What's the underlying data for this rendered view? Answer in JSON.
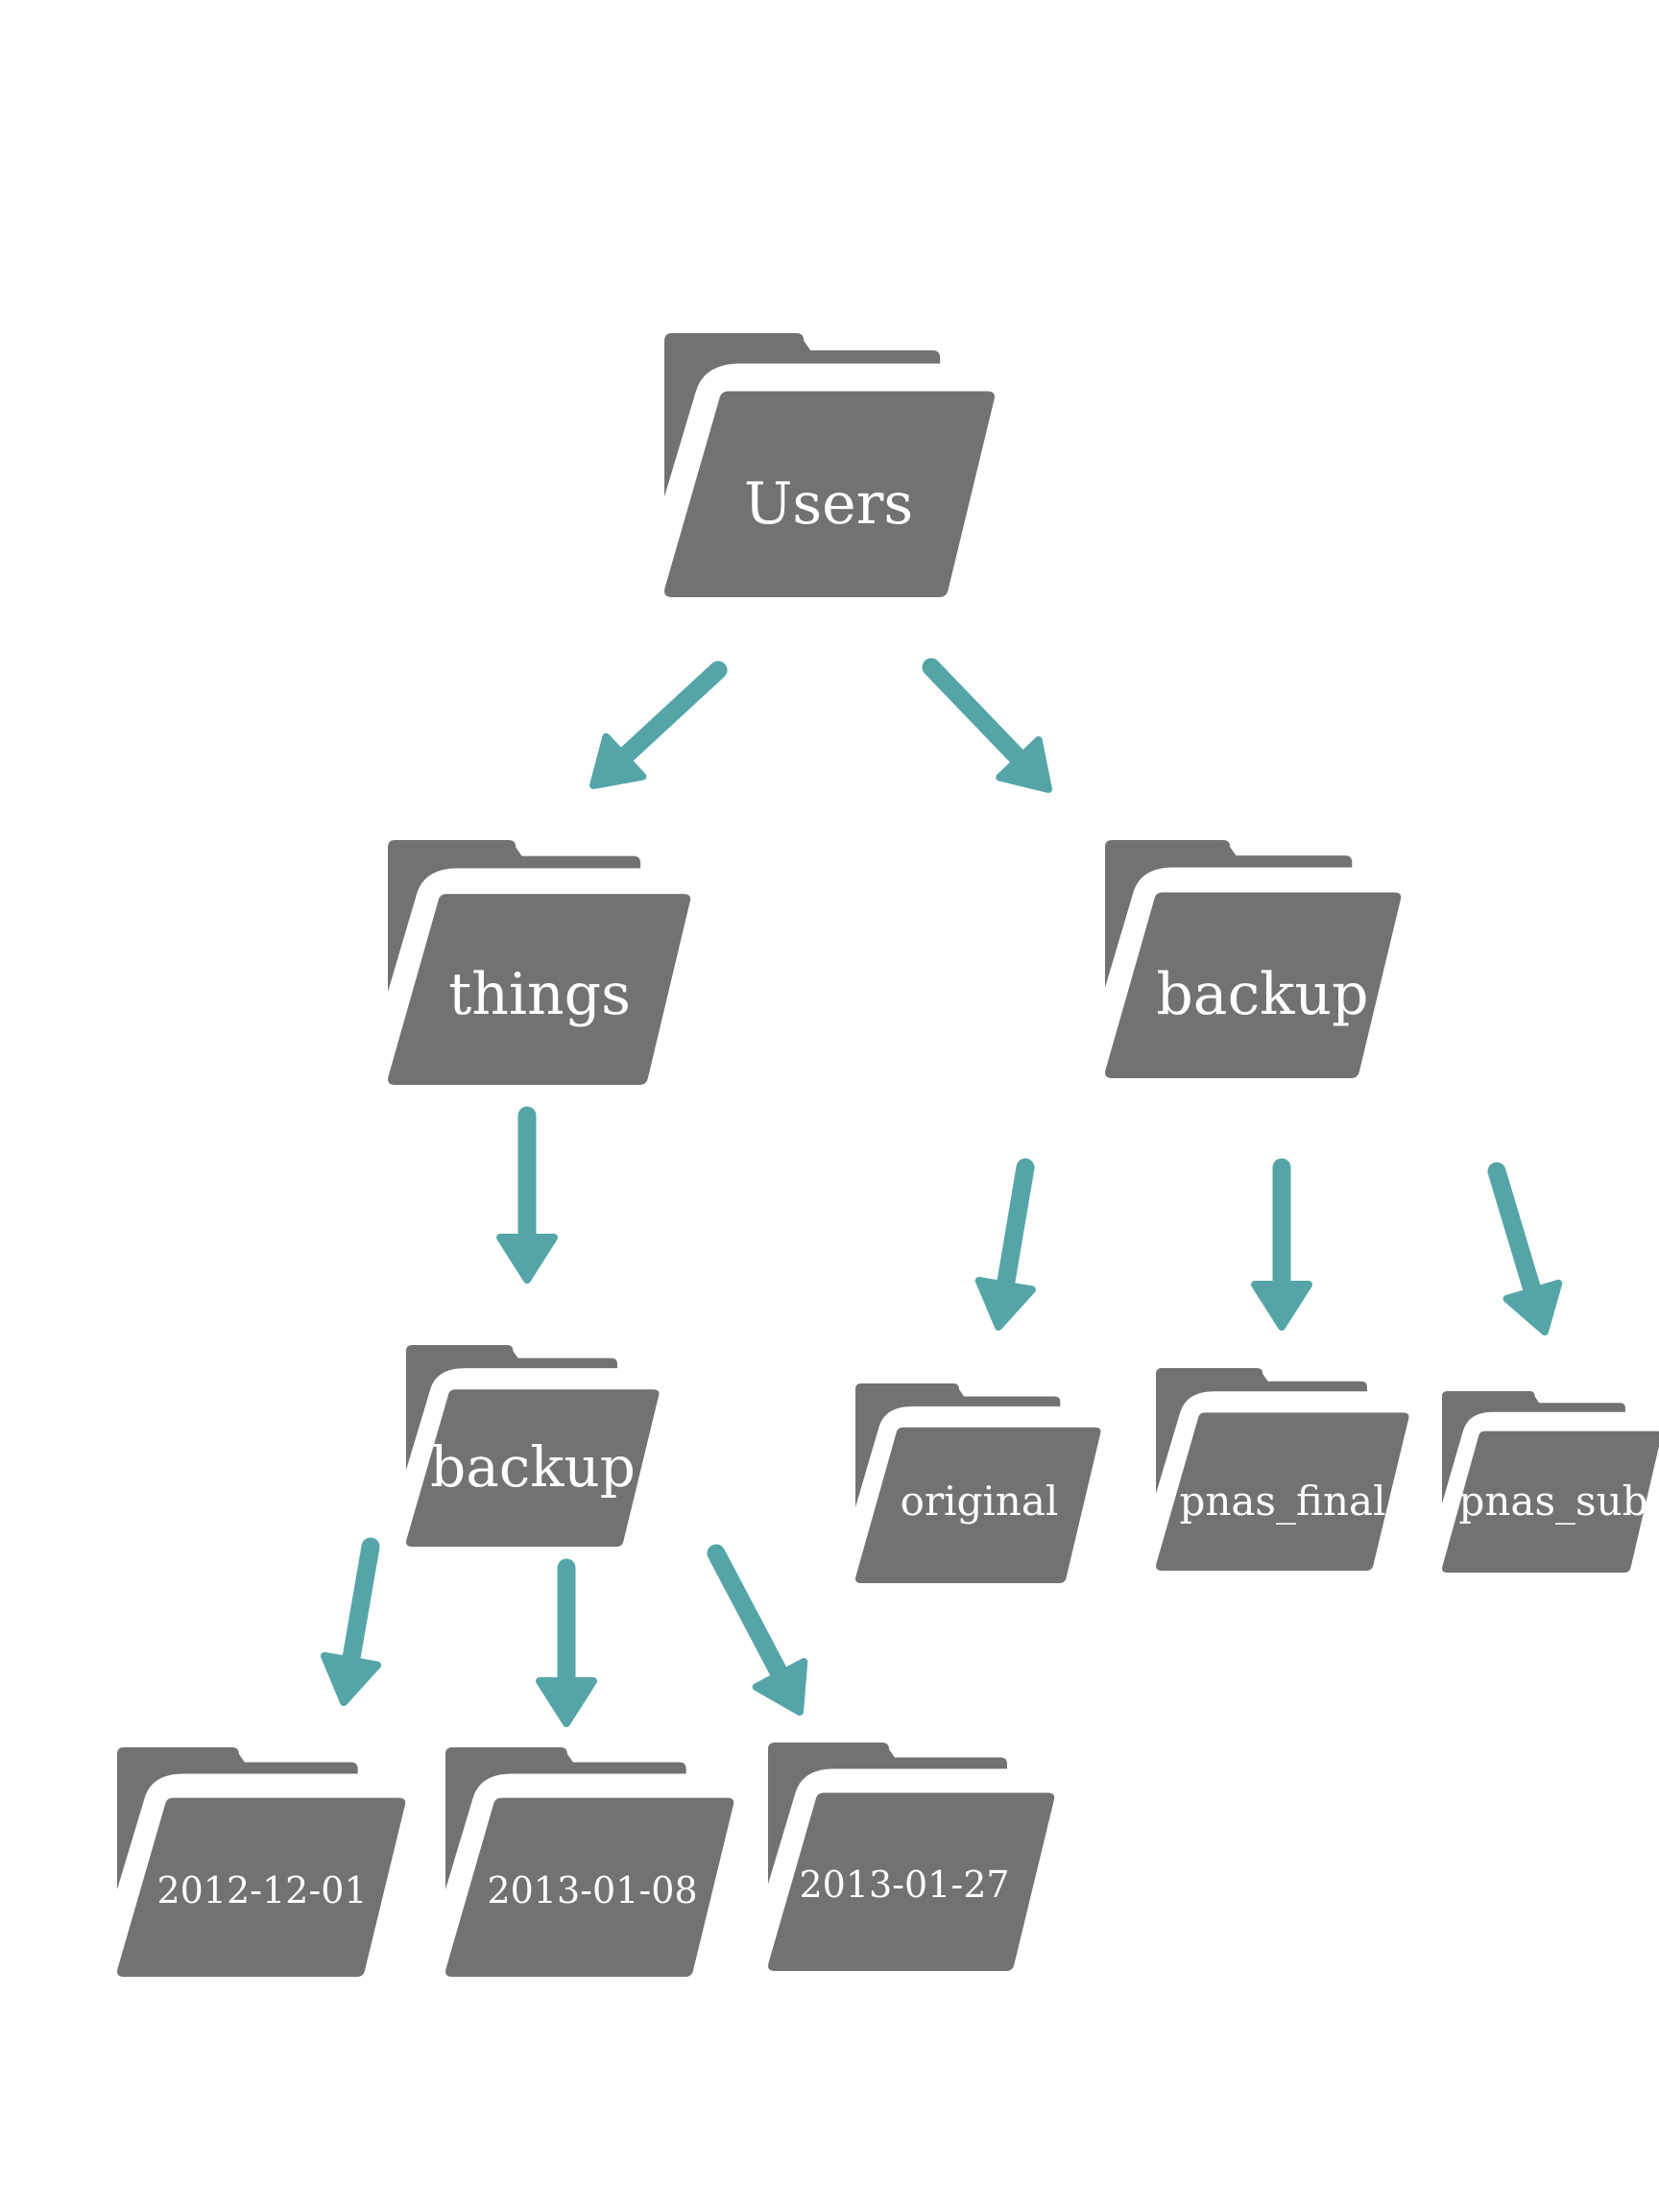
{
  "colors": {
    "folder": "#717274",
    "arrow": "#55a5a8",
    "label": "#ffffff",
    "background": "#ffffff"
  },
  "folders": [
    {
      "id": "users",
      "label": "Users",
      "icon": "folder-icon"
    },
    {
      "id": "things",
      "label": "things",
      "icon": "folder-icon"
    },
    {
      "id": "backup-top",
      "label": "backup",
      "icon": "folder-icon"
    },
    {
      "id": "backup-sub",
      "label": "backup",
      "icon": "folder-icon"
    },
    {
      "id": "original",
      "label": "original",
      "icon": "folder-icon"
    },
    {
      "id": "pnas-final",
      "label": "pnas_final",
      "icon": "folder-icon"
    },
    {
      "id": "pnas-sub",
      "label": "pnas_sub",
      "icon": "folder-icon"
    },
    {
      "id": "date-1",
      "label": "2012-12-01",
      "icon": "folder-icon"
    },
    {
      "id": "date-2",
      "label": "2013-01-08",
      "icon": "folder-icon"
    },
    {
      "id": "date-3",
      "label": "2013-01-27",
      "icon": "folder-icon"
    }
  ],
  "edges": [
    {
      "from": "users",
      "to": "things"
    },
    {
      "from": "users",
      "to": "backup-top"
    },
    {
      "from": "things",
      "to": "backup-sub"
    },
    {
      "from": "backup-top",
      "to": "original"
    },
    {
      "from": "backup-top",
      "to": "pnas-final"
    },
    {
      "from": "backup-top",
      "to": "pnas-sub"
    },
    {
      "from": "backup-sub",
      "to": "date-1"
    },
    {
      "from": "backup-sub",
      "to": "date-2"
    },
    {
      "from": "backup-sub",
      "to": "date-3"
    }
  ]
}
